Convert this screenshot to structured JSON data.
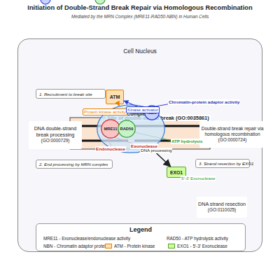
{
  "diagram": {
    "title": "Initiation of Double-Strand Break Repair via Homologous Recombination",
    "nodes": [
      {
        "text": [
          "Cell Nucleus"
        ]
      },
      {
        "text": [
          "1. Recruitment to break site"
        ],
        "in": 0
      },
      {
        "text": [
          "ATM"
        ],
        "in": 0
      },
      {
        "text": [
          "Site of double-strand break (GO:0035861)"
        ],
        "in": 0
      },
      {
        "text": [
          "DNA double-strand break processing",
          "(GO:0000729)"
        ],
        "in": 0
      },
      {
        "text": [
          "MRN Complex"
        ],
        "in": 0
      },
      {
        "text": [
          "MRE11"
        ],
        "in": 5
      },
      {
        "text": [
          "RAD50"
        ],
        "in": 5
      },
      {
        "text": [
          "NBN"
        ],
        "in": 5
      },
      {
        "text": [
          "Double-strand break repair via homologous recombination",
          "(GO:0000724)"
        ],
        "in": 0
      },
      {
        "text": [
          "2. End processing by MRN complex"
        ],
        "in": 0
      },
      {
        "text": [
          "EXO1"
        ],
        "in": 0
      },
      {
        "text": [
          "3. Strand resection by EXO1"
        ],
        "in": 0
      },
      {
        "text": [
          "DNA strand resection",
          "(GO:0110025)"
        ],
        "in": 0
      },
      {
        "text": [
          "Legend"
        ],
        "in": 0
      }
    ],
    "edges": [
      {
        "from": 2,
        "to": 5,
        "label": "Protein kinase activity",
        "arrow": "to"
      },
      {
        "from": 8,
        "to": 2,
        "label": "Kinase activator",
        "arrow": "to"
      },
      {
        "from": 5,
        "to": 11,
        "label": "DNA processing",
        "arrow": "to"
      }
    ],
    "labels": [
      "Mediated by the MRN Complex (MRE11-RAD50-NBN) in Human Cells",
      "Chromatin-protein adaptor activity",
      "Endonuclease",
      "Exonuclease",
      "ATP hydrolysis",
      "5'-3' Exonuclease"
    ],
    "legend": [
      {
        "text": "MRE11 - Exonuclease/endonuclease activity"
      },
      {
        "text": "RAD50 - ATP hydrolysis activity"
      },
      {
        "text": "NBN - Chromatin adaptor protein"
      },
      {
        "text": "ATM - Protein kinase",
        "color": "#ffe0b2"
      },
      {
        "text": "EXO1 - 5'-3' Exonuclease",
        "color": "#ccff99"
      }
    ]
  }
}
